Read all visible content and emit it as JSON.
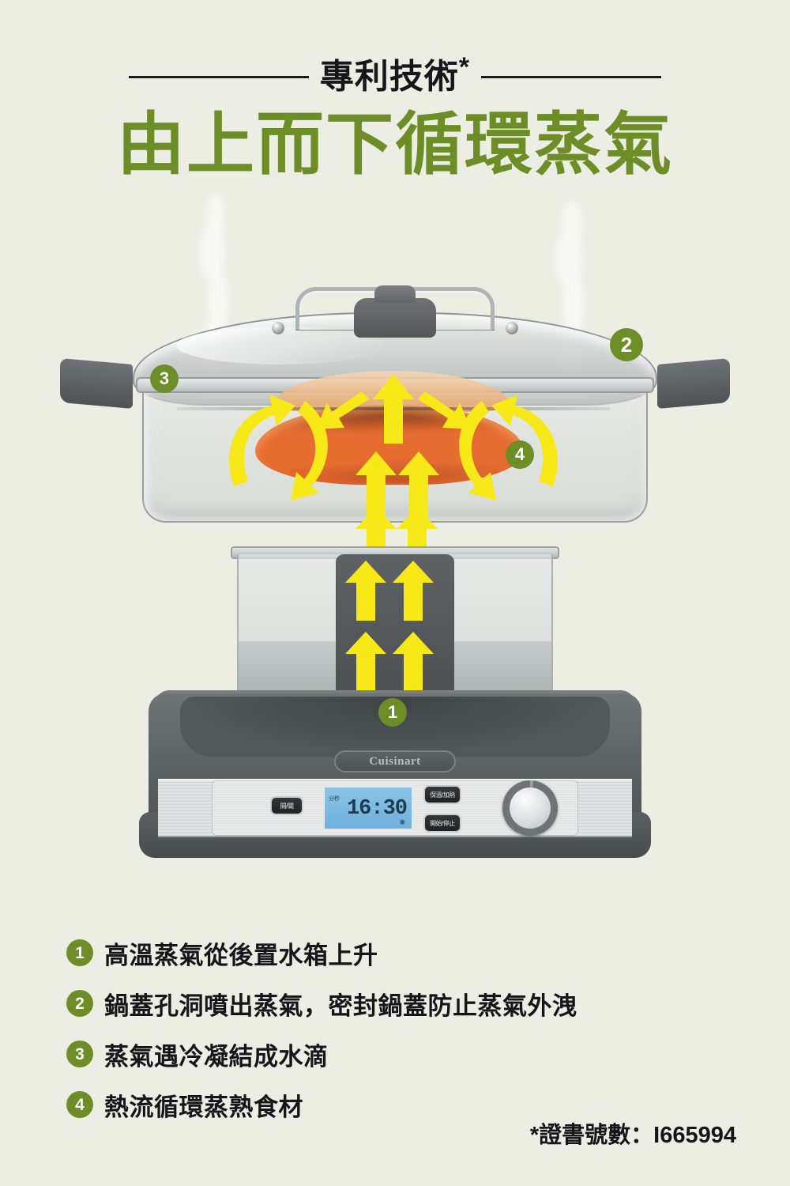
{
  "header": {
    "kicker": "專利技術",
    "kicker_star": "*",
    "title": "由上而下循環蒸氣"
  },
  "colors": {
    "background": "#eceee4",
    "accent_green": "#6d8d27",
    "arrow_yellow": "#f7e817",
    "text_dark": "#15151a"
  },
  "product": {
    "brand": "Cuisinart",
    "display_time": "16:30",
    "display_label": "分秒",
    "display_icon": "steam-icon",
    "markers": [
      {
        "id": "1",
        "label": "1"
      },
      {
        "id": "2",
        "label": "2"
      },
      {
        "id": "3",
        "label": "3"
      },
      {
        "id": "4",
        "label": "4"
      }
    ],
    "buttons": {
      "mode": "開/關",
      "keep_warm": "保溫/加熱",
      "start_stop": "開始/停止"
    }
  },
  "list": [
    {
      "num": "1",
      "text": "高溫蒸氣從後置水箱上升"
    },
    {
      "num": "2",
      "text": "鍋蓋孔洞噴出蒸氣，密封鍋蓋防止蒸氣外洩"
    },
    {
      "num": "3",
      "text": "蒸氣遇冷凝結成水滴"
    },
    {
      "num": "4",
      "text": "熱流循環蒸熟食材"
    }
  ],
  "footnote": "*證書號數：I665994"
}
